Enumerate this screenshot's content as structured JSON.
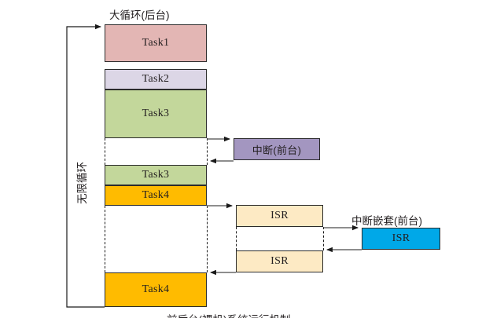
{
  "diagram": {
    "title": "大循环(后台)",
    "loop_label": "无限循环",
    "bottom_caption": "前后台(裸机)系统运行机制",
    "interrupt_label": "中断(前台)",
    "nested_interrupt_label": "中断嵌套(前台)",
    "colors": {
      "task1": "#e3b6b4",
      "task2": "#dcd6e6",
      "task3": "#c3d79b",
      "task4": "#ffbb00",
      "interrupt": "#a396c0",
      "isr": "#fdeac4",
      "isr_nested": "#00a8e8",
      "stroke": "#2b2b2b",
      "background": "#ffffff"
    },
    "main_loop_blocks": [
      {
        "label": "Task1",
        "style": "task1"
      },
      {
        "label": "Task2",
        "style": "task2"
      },
      {
        "label": "Task3",
        "style": "task3"
      },
      {
        "label": "",
        "style": "empty"
      },
      {
        "label": "Task3",
        "style": "task3"
      },
      {
        "label": "Task4",
        "style": "task4"
      },
      {
        "label": "",
        "style": "empty"
      },
      {
        "label": "Task4",
        "style": "task4"
      }
    ],
    "interrupt_blocks": [
      {
        "label": "中断(前台)",
        "style": "irq"
      }
    ],
    "isr_blocks": [
      {
        "label": "ISR",
        "style": "isr"
      },
      {
        "label": "ISR",
        "style": "isr"
      }
    ],
    "nested_isr_blocks": [
      {
        "label": "ISR",
        "style": "isrblue"
      }
    ]
  }
}
